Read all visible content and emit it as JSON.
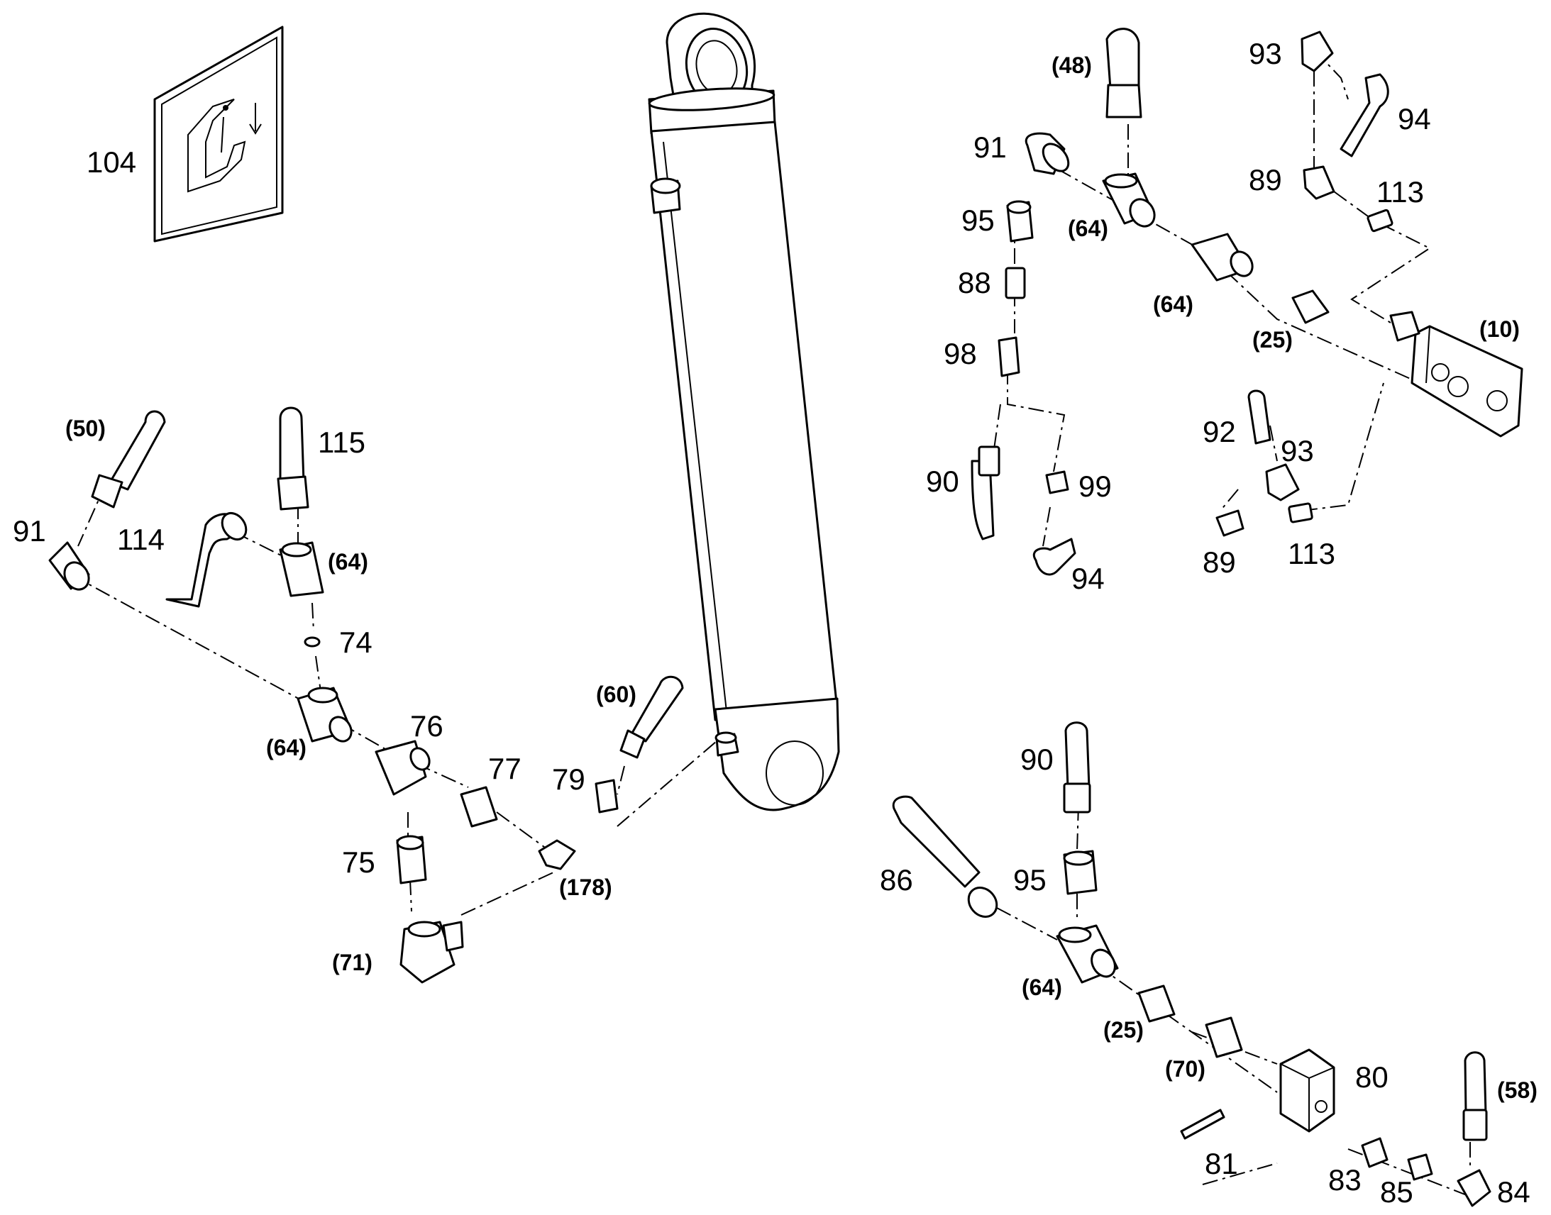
{
  "diagram": {
    "labels": {
      "l104": "104",
      "l48": "(48)",
      "l93a": "93",
      "l94a": "94",
      "l91a": "91",
      "l89a": "89",
      "l113a": "113",
      "l95a": "95",
      "l64a": "(64)",
      "l88": "88",
      "l64b": "(64)",
      "l25a": "(25)",
      "l10": "(10)",
      "l98": "98",
      "l92": "92",
      "l93b": "93",
      "l90a": "90",
      "l99": "99",
      "l89b": "89",
      "l113b": "113",
      "l94b": "94",
      "l50": "(50)",
      "l115": "115",
      "l91b": "91",
      "l114": "114",
      "l64c": "(64)",
      "l74": "74",
      "l60": "(60)",
      "l64d": "(64)",
      "l76": "76",
      "l77": "77",
      "l79": "79",
      "l75": "75",
      "l178": "(178)",
      "l71": "(71)",
      "l90b": "90",
      "l86": "86",
      "l95b": "95",
      "l64e": "(64)",
      "l25b": "(25)",
      "l70": "(70)",
      "l80": "80",
      "l58": "(58)",
      "l81": "81",
      "l83": "83",
      "l85": "85",
      "l84": "84"
    }
  }
}
